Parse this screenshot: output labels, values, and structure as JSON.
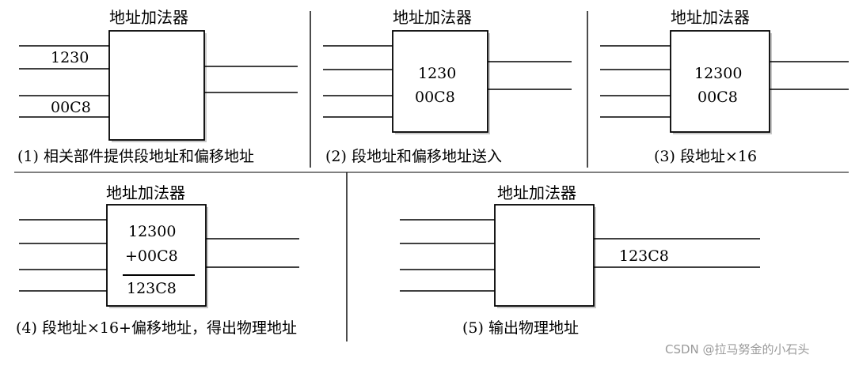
{
  "panels": [
    {
      "title": "地址加法器",
      "caption": "(1)  相关部件提供段地址和偏移地址",
      "values": [
        "1230",
        "00C8"
      ]
    },
    {
      "title": "地址加法器",
      "caption": "(2)  段地址和偏移地址送入",
      "values": [
        "1230",
        "00C8"
      ]
    },
    {
      "title": "地址加法器",
      "caption": "(3)  段地址×16",
      "values": [
        "12300",
        "00C8"
      ]
    },
    {
      "title": "地址加法器",
      "caption": "(4)  段地址×16+偏移地址，得出物理地址",
      "values": [
        "12300",
        "+00C8",
        "123C8"
      ]
    },
    {
      "title": "地址加法器",
      "caption": "(5)  输出物理地址",
      "values": [
        "123C8"
      ]
    }
  ],
  "watermark": "CSDN @拉马努金的小石头",
  "colors": {
    "line": "#000000",
    "shadow": "#c8c8c8",
    "box_fill": "#ffffff",
    "watermark": "#9a9a9a"
  }
}
